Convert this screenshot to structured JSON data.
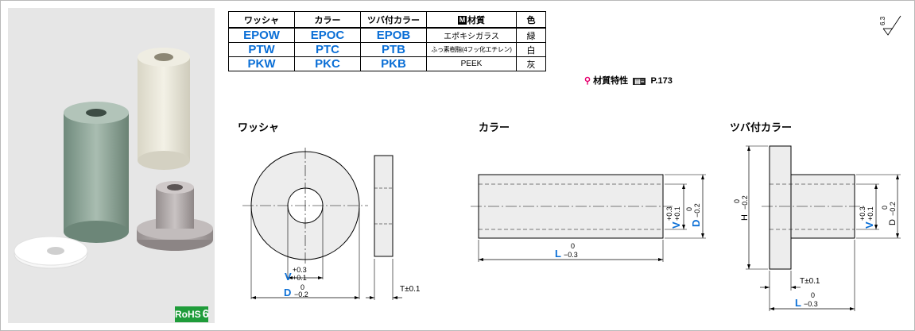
{
  "table": {
    "headers": [
      "ワッシャ",
      "カラー",
      "ツバ付カラー",
      "材質",
      "色"
    ],
    "material_header_icon": "M",
    "rows": [
      [
        "EPOW",
        "EPOC",
        "EPOB",
        "エポキシガラス",
        "緑"
      ],
      [
        "PTW",
        "PTC",
        "PTB",
        "ふっ素樹脂(4フッ化エチレン)",
        "白"
      ],
      [
        "PKW",
        "PKC",
        "PKB",
        "PEEK",
        "灰"
      ]
    ]
  },
  "material_note": {
    "text": "材質特性",
    "page": "P.173"
  },
  "rohs": {
    "label": "RoHS",
    "number": "6"
  },
  "roughness": "6.3",
  "drawings": {
    "washer": {
      "title": "ワッシャ",
      "v_letter": "V",
      "v_upper": "+0.3",
      "v_lower": "+0.1",
      "d_letter": "D",
      "d_upper": "0",
      "d_lower": "−0.2",
      "t_label": "T±0.1"
    },
    "collar": {
      "title": "カラー",
      "v_letter": "V",
      "v_upper": "+0.3",
      "v_lower": "+0.1",
      "d_letter": "D",
      "d_upper": "0",
      "d_lower": "−0.2",
      "l_letter": "L",
      "l_upper": "0",
      "l_lower": "−0.3"
    },
    "flanged": {
      "title": "ツバ付カラー",
      "h_letter": "H",
      "h_upper": "0",
      "h_lower": "−0.2",
      "v_letter": "V",
      "v_upper": "+0.3",
      "v_lower": "+0.1",
      "d_letter": "D",
      "d_upper": "0",
      "d_lower": "−0.2",
      "t_label": "T±0.1",
      "l_letter": "L",
      "l_upper": "0",
      "l_lower": "−0.3"
    }
  },
  "colors": {
    "accent": "#0b6fd6",
    "rohs": "#1f9c3a",
    "pin": "#e6006e",
    "photo_bg": "#e6e6e6"
  }
}
